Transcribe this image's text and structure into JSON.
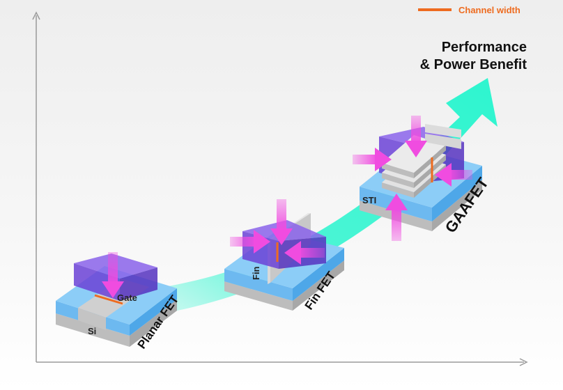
{
  "legend": {
    "label": "Channel width",
    "color": "#ee6b1f"
  },
  "title": {
    "line1": "Performance",
    "line2": "& Power Benefit"
  },
  "devices": {
    "planar": {
      "name": "Planar FET",
      "gate_label": "Gate",
      "substrate_label": "Si"
    },
    "finfet": {
      "name": "Fin FET",
      "fin_label": "Fin"
    },
    "gaafet": {
      "name": "GAAFET",
      "sti_label": "STI"
    }
  },
  "colors": {
    "arrow": "#2ef5cf",
    "gate": "#7a4ee0",
    "field_arrow": "#f04ce0",
    "oxide": "#7fc4f5",
    "substrate": "#c9c9c9",
    "channel": "#ee6b1f"
  },
  "icons": [
    "y-axis-arrow-icon",
    "x-axis-arrow-icon",
    "trend-arrow-icon",
    "field-arrow-icon"
  ]
}
